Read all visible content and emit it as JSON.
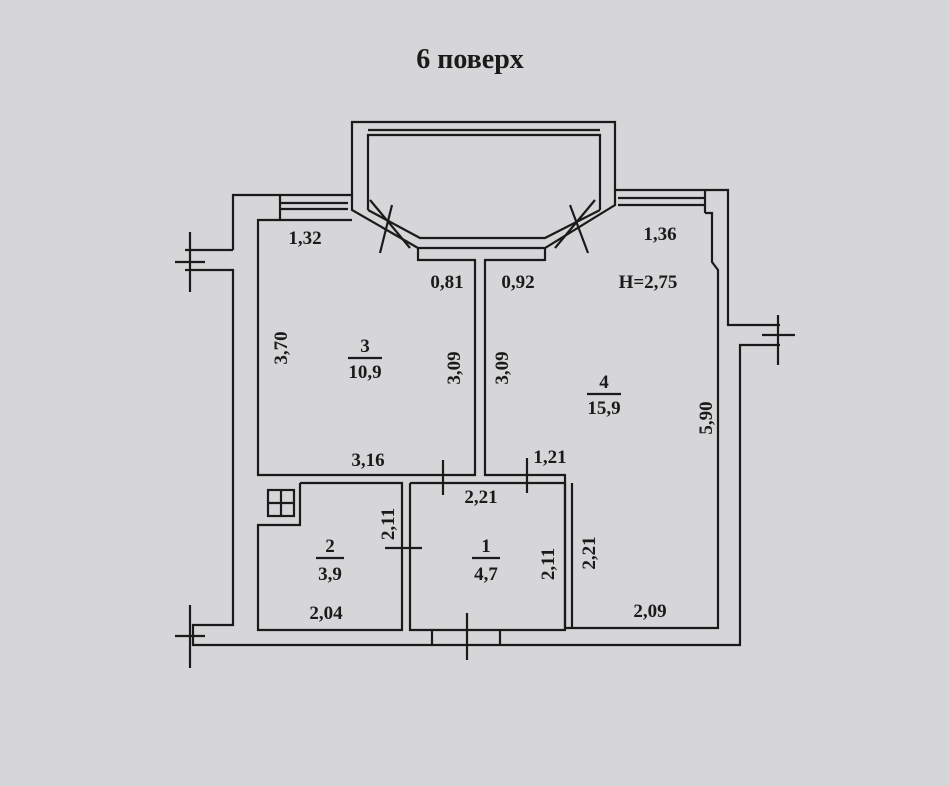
{
  "title": "6 поверх",
  "ceiling_height": "H=2,75",
  "rooms": [
    {
      "number": "1",
      "area": "4,7"
    },
    {
      "number": "2",
      "area": "3,9"
    },
    {
      "number": "3",
      "area": "10,9"
    },
    {
      "number": "4",
      "area": "15,9"
    }
  ],
  "dimensions": {
    "window_left": "1,32",
    "window_right": "1,36",
    "bay_left": "0,81",
    "bay_right": "0,92",
    "room3_height": "3,70",
    "room3_right": "3,09",
    "room4_left": "3,09",
    "room3_bottom": "3,16",
    "corridor_top": "1,21",
    "room1_top": "2,21",
    "room2_right": "2,11",
    "room1_right": "2,11",
    "room4_lower_left": "2,21",
    "room4_height": "5,90",
    "room2_bottom": "2,04",
    "room4_bottom": "2,09"
  }
}
